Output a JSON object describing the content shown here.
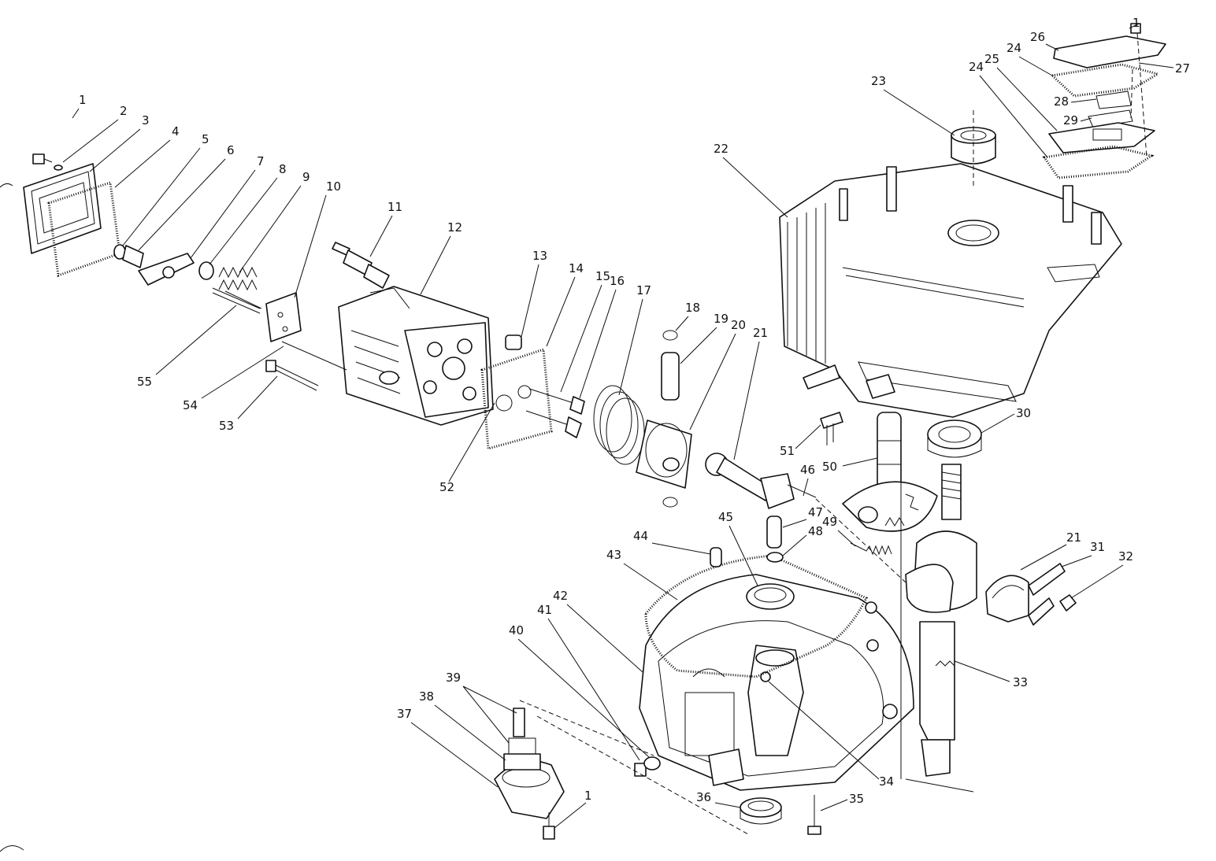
{
  "diagram": {
    "part_numbers": [
      "1",
      "2",
      "3",
      "4",
      "5",
      "6",
      "7",
      "8",
      "9",
      "10",
      "11",
      "12",
      "13",
      "14",
      "15",
      "16",
      "17",
      "18",
      "19",
      "20",
      "21",
      "22",
      "23",
      "24",
      "25",
      "26",
      "27",
      "28",
      "29",
      "30",
      "31",
      "32",
      "33",
      "34",
      "35",
      "36",
      "37",
      "38",
      "39",
      "40",
      "41",
      "42",
      "43",
      "44",
      "45",
      "46",
      "47",
      "48",
      "49",
      "50",
      "51",
      "52",
      "53",
      "54",
      "55"
    ]
  },
  "callouts": [
    {
      "id": "c1a",
      "text": "1"
    },
    {
      "id": "c2",
      "text": "2"
    },
    {
      "id": "c3",
      "text": "3"
    },
    {
      "id": "c4",
      "text": "4"
    },
    {
      "id": "c5",
      "text": "5"
    },
    {
      "id": "c6",
      "text": "6"
    },
    {
      "id": "c7",
      "text": "7"
    },
    {
      "id": "c8",
      "text": "8"
    },
    {
      "id": "c9",
      "text": "9"
    },
    {
      "id": "c10",
      "text": "10"
    },
    {
      "id": "c11",
      "text": "11"
    },
    {
      "id": "c12",
      "text": "12"
    },
    {
      "id": "c13",
      "text": "13"
    },
    {
      "id": "c14",
      "text": "14"
    },
    {
      "id": "c15",
      "text": "15"
    },
    {
      "id": "c16",
      "text": "16"
    },
    {
      "id": "c17",
      "text": "17"
    },
    {
      "id": "c18",
      "text": "18"
    },
    {
      "id": "c19",
      "text": "19"
    },
    {
      "id": "c20",
      "text": "20"
    },
    {
      "id": "c21a",
      "text": "21"
    },
    {
      "id": "c22",
      "text": "22"
    },
    {
      "id": "c23",
      "text": "23"
    },
    {
      "id": "c24a",
      "text": "24"
    },
    {
      "id": "c24b",
      "text": "24"
    },
    {
      "id": "c25",
      "text": "25"
    },
    {
      "id": "c26",
      "text": "26"
    },
    {
      "id": "c27",
      "text": "27"
    },
    {
      "id": "c28",
      "text": "28"
    },
    {
      "id": "c29",
      "text": "29"
    },
    {
      "id": "c1b",
      "text": "1"
    },
    {
      "id": "c30",
      "text": "30"
    },
    {
      "id": "c51",
      "text": "51"
    },
    {
      "id": "c50",
      "text": "50"
    },
    {
      "id": "c46",
      "text": "46"
    },
    {
      "id": "c47",
      "text": "47"
    },
    {
      "id": "c48",
      "text": "48"
    },
    {
      "id": "c49",
      "text": "49"
    },
    {
      "id": "c45",
      "text": "45"
    },
    {
      "id": "c44",
      "text": "44"
    },
    {
      "id": "c43",
      "text": "43"
    },
    {
      "id": "c42",
      "text": "42"
    },
    {
      "id": "c41",
      "text": "41"
    },
    {
      "id": "c40",
      "text": "40"
    },
    {
      "id": "c39",
      "text": "39"
    },
    {
      "id": "c38",
      "text": "38"
    },
    {
      "id": "c37",
      "text": "37"
    },
    {
      "id": "c1c",
      "text": "1"
    },
    {
      "id": "c36",
      "text": "36"
    },
    {
      "id": "c35",
      "text": "35"
    },
    {
      "id": "c34",
      "text": "34"
    },
    {
      "id": "c33",
      "text": "33"
    },
    {
      "id": "c21b",
      "text": "21"
    },
    {
      "id": "c31",
      "text": "31"
    },
    {
      "id": "c32",
      "text": "32"
    },
    {
      "id": "c52",
      "text": "52"
    },
    {
      "id": "c53",
      "text": "53"
    },
    {
      "id": "c54",
      "text": "54"
    },
    {
      "id": "c55",
      "text": "55"
    }
  ]
}
